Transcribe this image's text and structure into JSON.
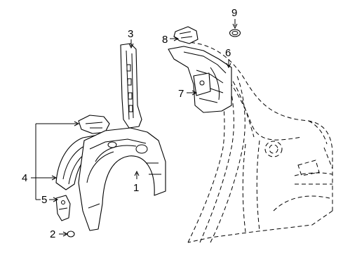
{
  "diagram": {
    "type": "exploded parts diagram",
    "callouts": [
      {
        "id": "1",
        "label": "1",
        "part": "inner quarter panel / wheel house"
      },
      {
        "id": "2",
        "label": "2",
        "part": "plug"
      },
      {
        "id": "3",
        "label": "3",
        "part": "pillar reinforcement"
      },
      {
        "id": "4",
        "label": "4",
        "part": "wheel house extension / bracket"
      },
      {
        "id": "5",
        "label": "5",
        "part": "bracket"
      },
      {
        "id": "6",
        "label": "6",
        "part": "inner panel"
      },
      {
        "id": "7",
        "label": "7",
        "part": "gusset"
      },
      {
        "id": "8",
        "label": "8",
        "part": "extension"
      },
      {
        "id": "9",
        "label": "9",
        "part": "grommet"
      }
    ]
  }
}
